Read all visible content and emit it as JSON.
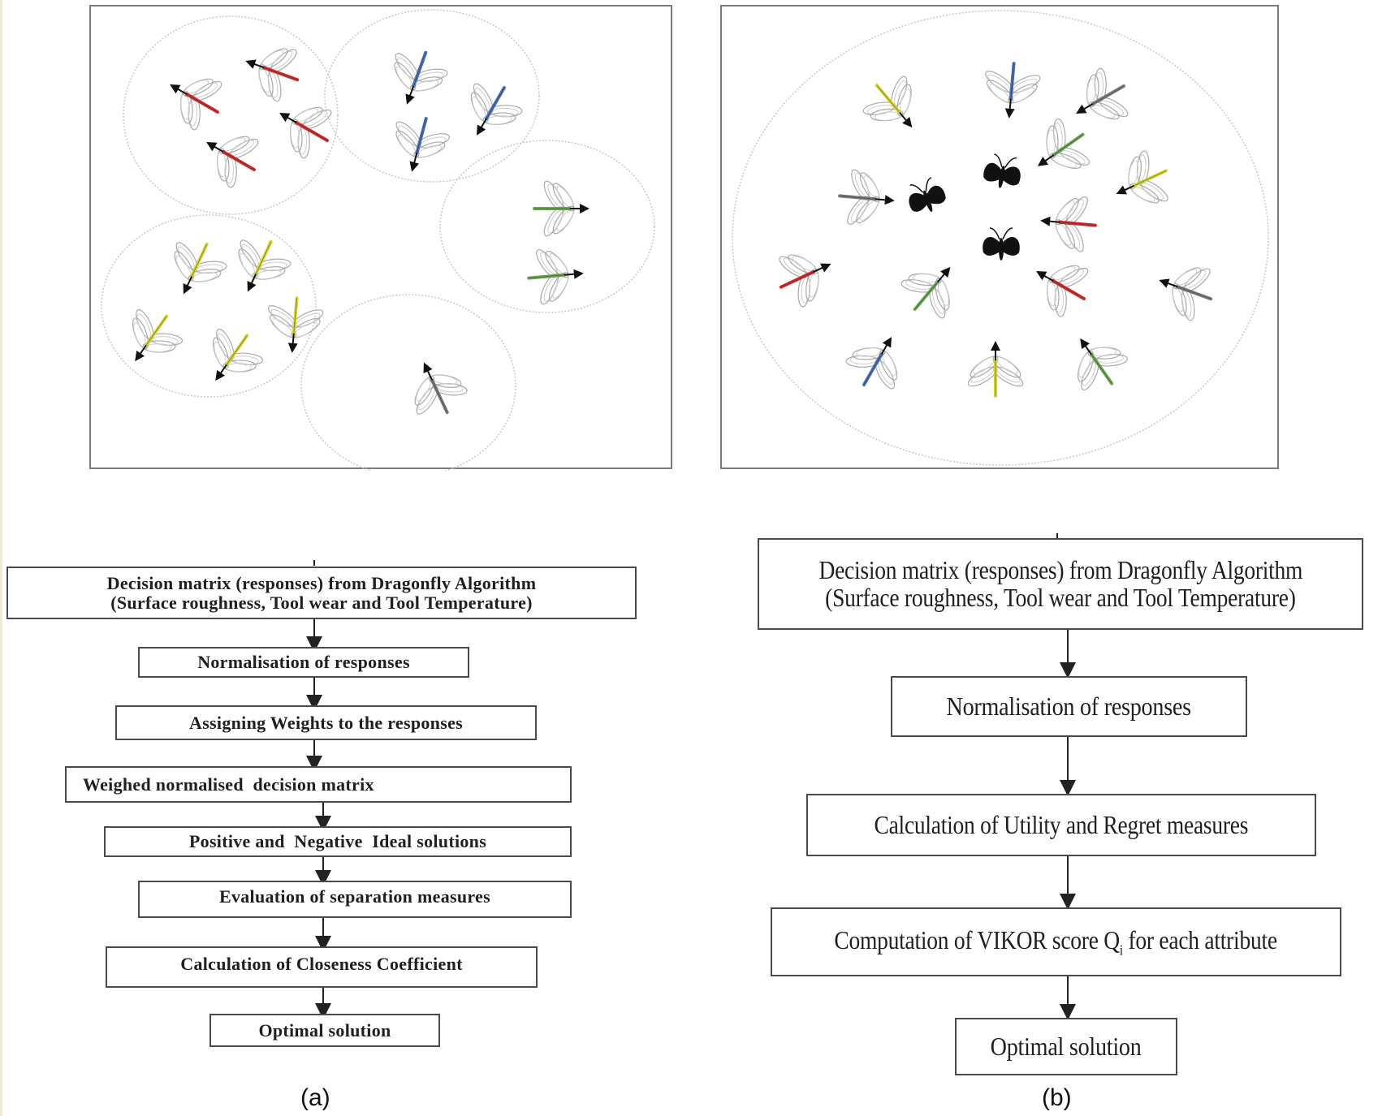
{
  "flowchart_a": {
    "steps": [
      "Decision matrix (responses) from Dragonfly Algorithm",
      "(Surface roughness, Tool wear and Tool Temperature)",
      "Normalisation of responses",
      "Assigning Weights to the responses",
      "Weighed normalised  decision matrix",
      "Positive and  Negative  Ideal solutions",
      "Evaluation of separation measures",
      "Calculation of Closeness Coefficient",
      "Optimal solution"
    ]
  },
  "flowchart_b": {
    "steps": [
      "Decision matrix (responses) from Dragonfly Algorithm",
      "(Surface roughness, Tool wear and Tool Temperature)",
      "Normalisation of responses",
      "Calculation of Utility and Regret measures",
      "Computation of VIKOR score Q",
      "i",
      " for each attribute",
      "Optimal solution"
    ]
  },
  "captions": {
    "a": "(a)",
    "b": "(b)"
  },
  "colors": {
    "red": "#d22a2a",
    "blue": "#4a6fb5",
    "green": "#6aa84f",
    "yellow": "#d8d830",
    "gray": "#7a7a7a",
    "food": "#111111"
  },
  "icons": [
    "dragonfly-icon",
    "moth-icon",
    "arrow-icon"
  ]
}
